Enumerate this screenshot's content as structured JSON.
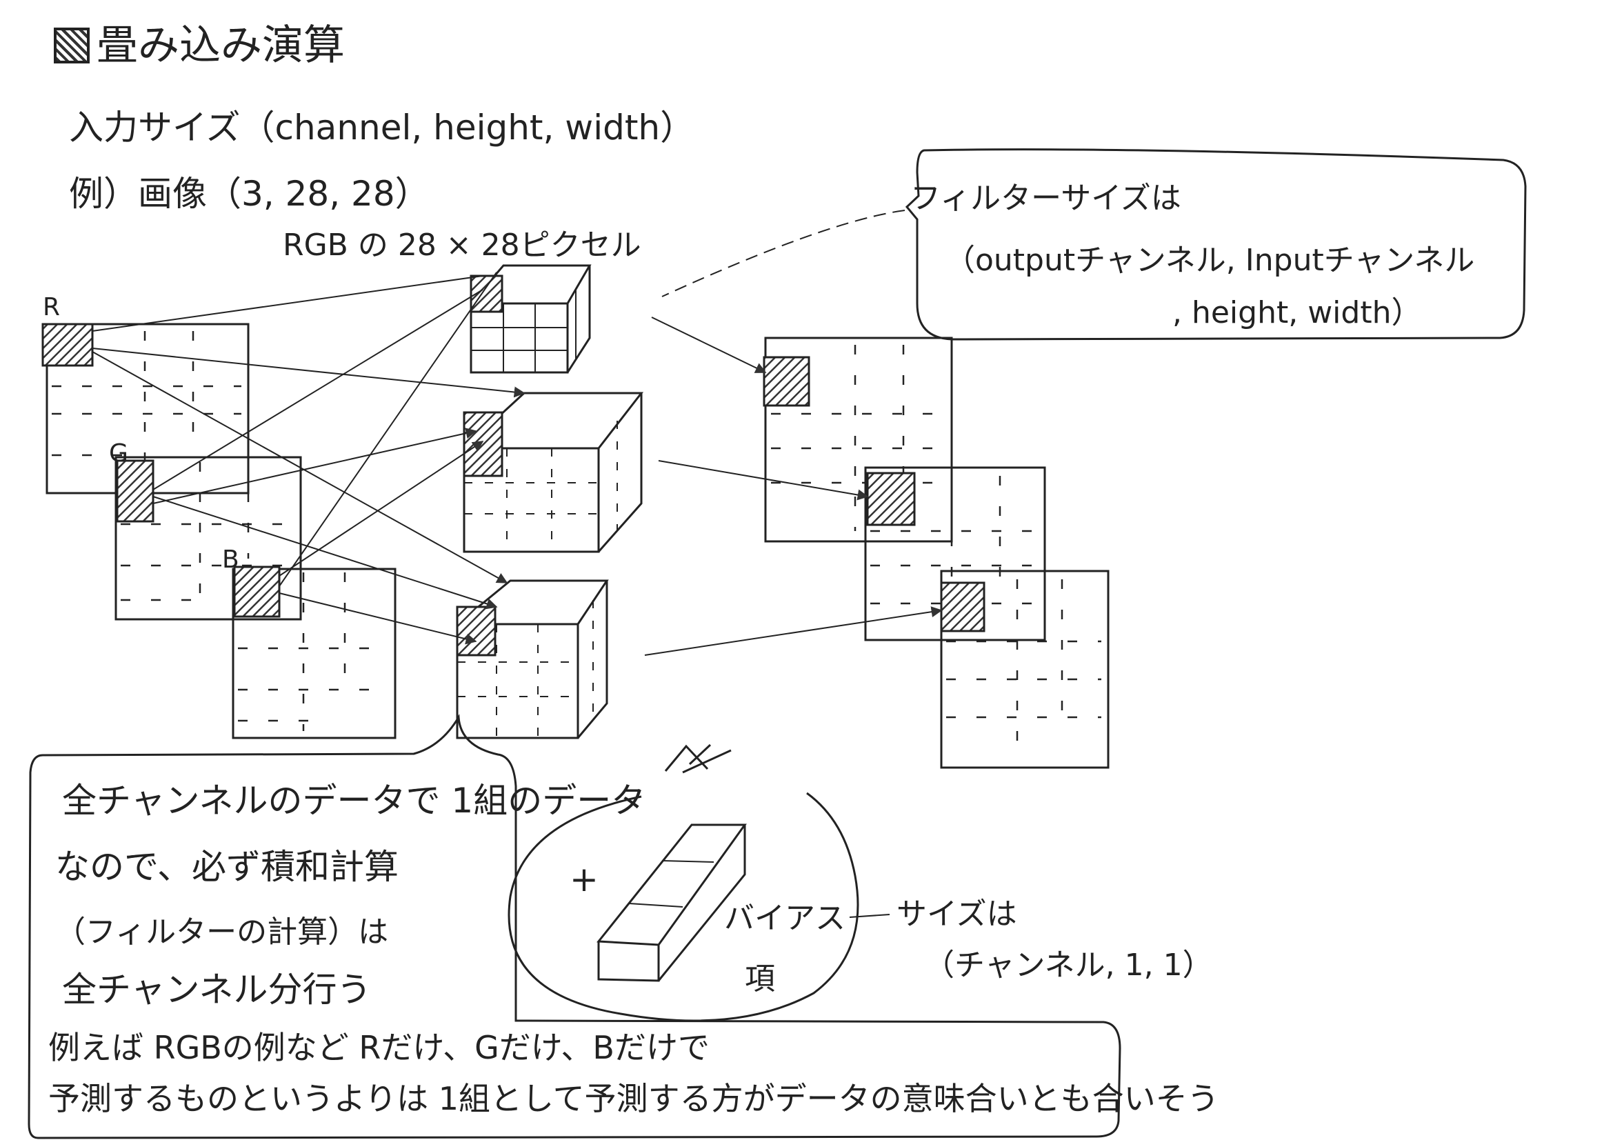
{
  "title": "畳み込み演算",
  "input_size": {
    "line1": "入力サイズ（channel, height, width）",
    "line2": "例）画像（3, 28, 28）",
    "line3": "RGB の 28 × 28ピクセル"
  },
  "channels": {
    "r": "R",
    "g": "G",
    "b": "B"
  },
  "filter_note": {
    "line1": "フィルターサイズは",
    "line2": "（outputチャンネル, Inputチャンネル",
    "line3": ", height, width）"
  },
  "bias": {
    "plus": "+",
    "label_line1": "バイアス",
    "label_line2": "項",
    "size_line1": "サイズは",
    "size_line2": "（チャンネル, 1, 1）"
  },
  "explanation": {
    "line1": "全チャンネルのデータで 1組のデータ",
    "line2": "なので、必ず積和計算",
    "line3": "（フィルターの計算）は",
    "line4": "全チャンネル分行う",
    "line5": "例えば RGBの例など Rだけ、Gだけ、Bだけで",
    "line6": "予測するものというよりは 1組として予測する方がデータの意味合いとも合いそう"
  }
}
